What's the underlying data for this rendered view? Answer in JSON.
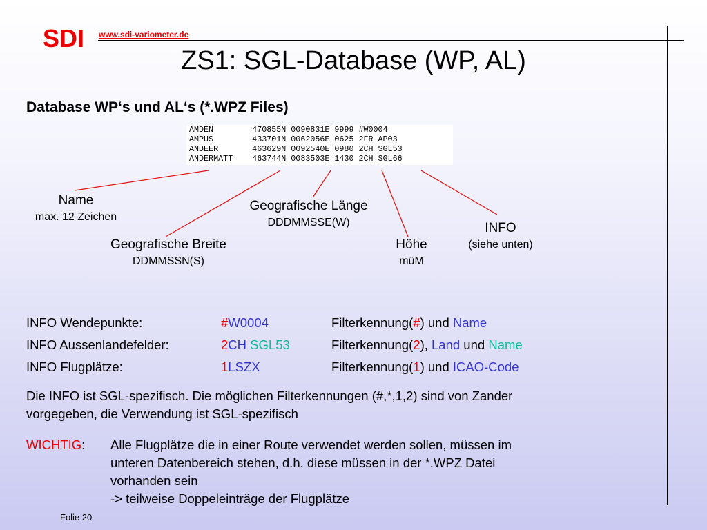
{
  "header": {
    "logo": "SDI",
    "url": "www.sdi-variometer.de",
    "title": "ZS1: SGL-Database (WP, AL)"
  },
  "subtitle": "Database WP‘s und AL‘s (*.WPZ Files)",
  "code_lines": [
    "AMDEN        470855N 0090831E 9999 #W0004",
    "AMPUS        433701N 0062056E 0625 2FR AP03",
    "ANDEER       463629N 0092540E 0980 2CH SGL53",
    "ANDERMATT    463744N 0083503E 1430 2CH SGL66"
  ],
  "labels": {
    "name": {
      "main": "Name",
      "sub": "max. 12 Zeichen"
    },
    "breite": {
      "main": "Geografische Breite",
      "sub": "DDMMSSN(S)"
    },
    "laenge": {
      "main": "Geografische Länge",
      "sub": "DDDMMSSE(W)"
    },
    "hoehe": {
      "main": "Höhe",
      "sub": "müM"
    },
    "info": {
      "main": "INFO",
      "sub": "(siehe unten)"
    }
  },
  "info_rows": [
    {
      "label": "INFO Wendepunkte:",
      "code_a": "#",
      "code_b": "W0004",
      "code_c": "",
      "filter_pre": "Filterkennung(",
      "filter_key": "#",
      "filter_mid": ") und ",
      "filter_t1": "Name",
      "filter_and": "",
      "filter_t2": ""
    },
    {
      "label": "INFO Aussenlandefelder:",
      "code_a": "2",
      "code_b": "CH ",
      "code_c": "SGL53",
      "filter_pre": "Filterkennung(",
      "filter_key": "2",
      "filter_mid": "), ",
      "filter_t1": "Land",
      "filter_and": " und ",
      "filter_t2": "Name"
    },
    {
      "label": "INFO Flugplätze:",
      "code_a": "1",
      "code_b": "LSZX",
      "code_c": "",
      "filter_pre": "Filterkennung(",
      "filter_key": "1",
      "filter_mid": ") und ",
      "filter_t1": "ICAO-Code",
      "filter_and": "",
      "filter_t2": ""
    }
  ],
  "paragraph": [
    "Die INFO ist SGL-spezifisch. Die möglichen Filterkennungen (#,*,1,2) sind von Zander",
    "vorgegeben, die Verwendung ist SGL-spezifisch"
  ],
  "wichtig": {
    "label": "WICHTIG",
    "colon": ":",
    "lines": [
      "Alle Flugplätze die in einer Route verwendet werden sollen, müssen im",
      "unteren Datenbereich stehen, d.h. diese müssen in der *.WPZ Datei",
      "vorhanden sein",
      "-> teilweise Doppeleinträge der Flugplätze"
    ]
  },
  "footer": "Folie 20",
  "colors": {
    "accent_red": "#ee0000",
    "accent_blue": "#3333cc",
    "accent_teal": "#11bb99",
    "line_red": "#e01010"
  }
}
